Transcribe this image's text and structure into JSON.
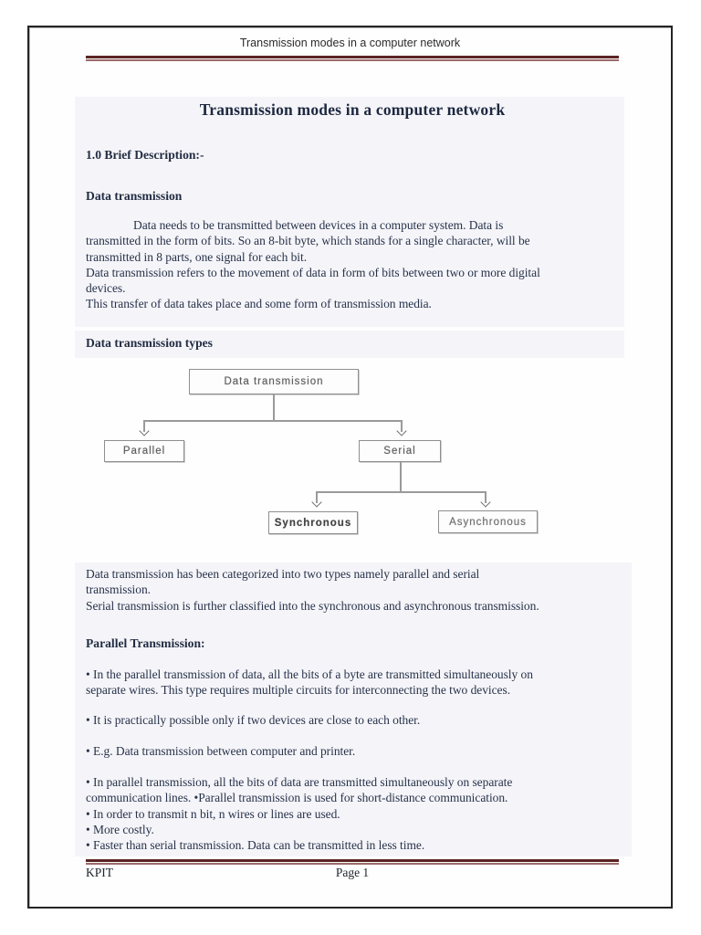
{
  "colors": {
    "rule_maroon_dark": "#5c2424",
    "rule_maroon_light": "#9c6a6a",
    "body_text": "#27324a",
    "page_border": "#242424",
    "diagram_border": "#8f8f8f"
  },
  "header": {
    "title": "Transmission modes in a computer network"
  },
  "document": {
    "title": "Transmission modes in a computer network",
    "section_heading": "1.0 Brief Description:-",
    "heading_data_transmission": "Data transmission",
    "para1_lines": [
      "Data needs to be transmitted between devices in a computer system. Data is",
      "transmitted in the form of bits. So an 8-bit byte, which stands for a single character, will be",
      "transmitted in 8 parts, one signal for each bit.",
      "Data transmission refers to the movement of data in form of bits between two or more digital",
      "devices.",
      "This transfer of data takes place and some form of transmission media."
    ],
    "heading_types": "Data transmission types",
    "para2_lines": [
      "Data transmission has been categorized into two types namely parallel and serial",
      "transmission.",
      "Serial transmission is further classified into the synchronous and asynchronous transmission."
    ],
    "heading_parallel": "Parallel Transmission:",
    "bullet1_lines": [
      "• In the parallel transmission of data, all the bits of a byte are transmitted simultaneously on",
      "separate wires. This type requires multiple circuits for interconnecting the two devices."
    ],
    "bullet2": "• It is practically possible only if two devices are close to each other.",
    "bullet3": "• E.g. Data transmission between computer and printer.",
    "bullet4_lines": [
      "• In parallel transmission, all the bits of data are transmitted simultaneously on separate",
      "communication lines.  •Parallel transmission is used for short-distance communication."
    ],
    "bullet5": "• In order to transmit n bit, n wires or lines are used.",
    "bullet6": "• More costly.",
    "bullet7": "• Faster than serial transmission. Data can be transmitted in less time."
  },
  "diagram": {
    "root": "Data transmission",
    "left_child": "Parallel",
    "right_child": "Serial",
    "serial_child_left": "Synchronous",
    "serial_child_right": "Asynchronous"
  },
  "footer": {
    "company": "KPIT",
    "page_label": "Page 1"
  }
}
